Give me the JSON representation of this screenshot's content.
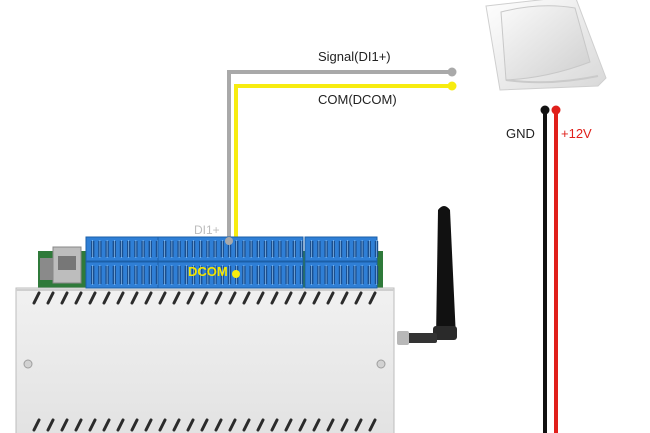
{
  "diagram": {
    "wires": {
      "signal_label": "Signal(DI1+)",
      "com_label": "COM(DCOM)",
      "gnd_label": "GND",
      "power_label": "+12V"
    },
    "terminals": {
      "di1_label": "DI1+",
      "dcom_label": "DCOM"
    },
    "colors": {
      "signal_wire": "#a9a9a9",
      "com_wire": "#f7ec0f",
      "gnd_wire": "#111111",
      "power_wire": "#e0201b",
      "terminal_blue": "#2f7fd6",
      "enclosure": "#e9e9e9",
      "sensor_body": "#f2f2f2"
    },
    "icons": {
      "sensor": "pir-motion-sensor-icon",
      "antenna": "wifi-antenna-icon",
      "controller": "relay-controller-box-icon"
    }
  }
}
